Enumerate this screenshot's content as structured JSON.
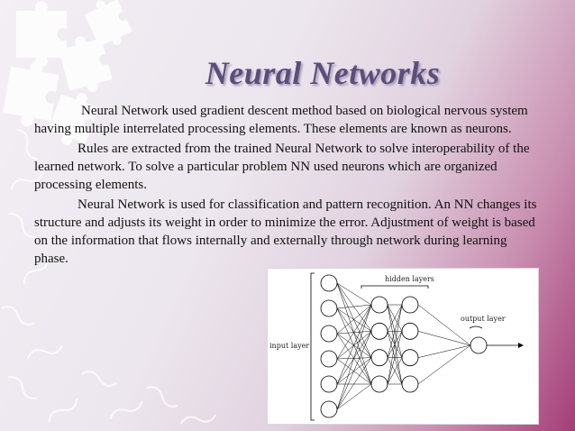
{
  "slide": {
    "title": "Neural Networks",
    "paragraphs": [
      "Neural Network used gradient descent method based on biological nervous system having multiple interrelated processing elements. These elements are known as neurons.",
      "Rules are extracted from the trained Neural Network to solve interoperability of the learned network. To solve a particular problem NN used neurons which are organized processing elements.",
      "Neural Network is used for classification and pattern recognition. An NN changes its structure and adjusts its weight in order to minimize the error. Adjustment of weight is based on the information that flows internally and externally through network during learning phase."
    ]
  },
  "figure": {
    "labels": {
      "hidden": "hidden layers",
      "output": "output layer",
      "input": "input layer"
    },
    "network": {
      "input_nodes": 6,
      "hidden_layers": [
        4,
        4
      ],
      "output_nodes": 1
    },
    "colors": {
      "node_fill": "#ffffff",
      "stroke": "#000000"
    }
  },
  "theme": {
    "title_color": "#5c4e7a",
    "background_accent": "#a53d78"
  }
}
